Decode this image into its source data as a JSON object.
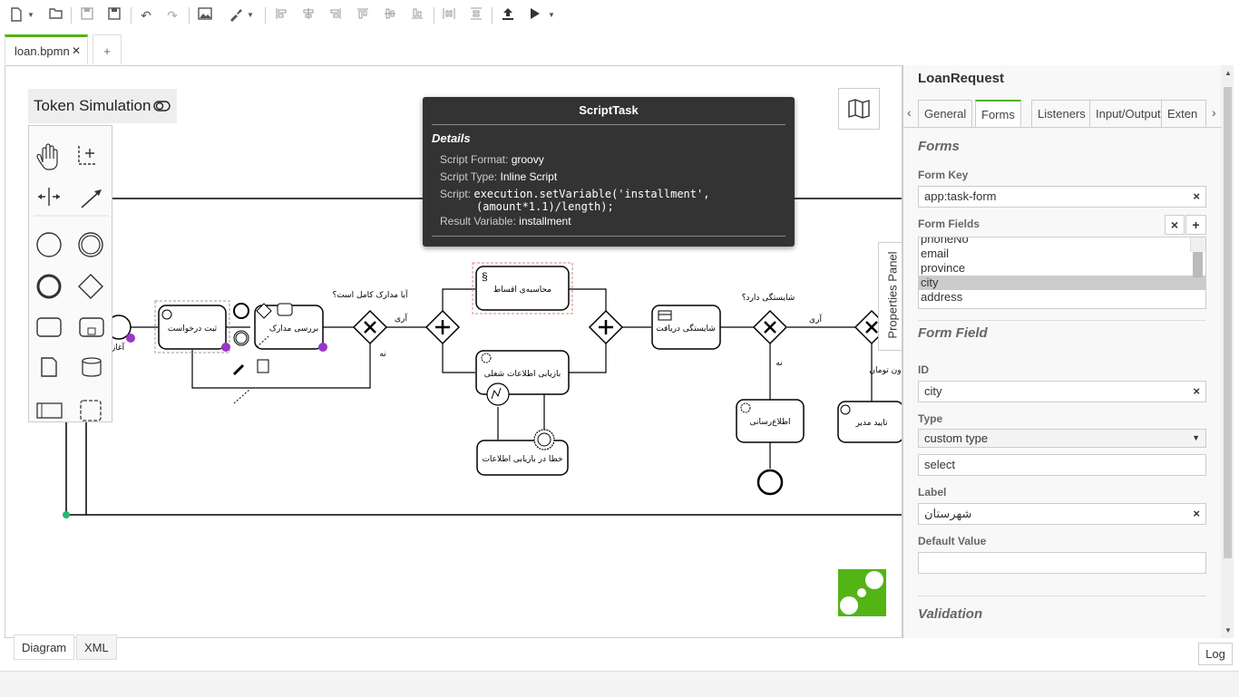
{
  "window": {
    "tab_active": "loan.bpmn",
    "tab_close": "✕",
    "tab_add": "+"
  },
  "toolbar": {
    "icons": [
      "new-file-icon",
      "open-folder-icon",
      "save-icon",
      "save-as-icon",
      "undo-icon",
      "redo-icon",
      "image-export-icon",
      "paint-icon",
      "align-left-icon",
      "align-center-icon",
      "align-right-icon",
      "align-top-icon",
      "align-middle-icon",
      "align-bottom-icon",
      "distribute-horizontal-icon",
      "distribute-vertical-icon",
      "deploy-icon",
      "play-icon"
    ]
  },
  "canvas": {
    "token_simulation_label": "Token Simulation",
    "tooltip": {
      "title": "ScriptTask",
      "details_label": "Details",
      "script_format_label": "Script Format:",
      "script_format_value": "groovy",
      "script_type_label": "Script Type:",
      "script_type_value": "Inline Script",
      "script_label": "Script:",
      "script_line1": "execution.setVariable('installment',",
      "script_line2": "(amount*1.1)/length);",
      "result_variable_label": "Result Variable:",
      "result_variable_value": "installment"
    },
    "diagram": {
      "start_label": "آغاز",
      "task_register": "ثبت درخواست",
      "task_review": "بررسی مدارک",
      "gateway1_question": "آیا مدارک کامل است؟",
      "yes1": "آری",
      "no1": "نه",
      "task_installments": "محاسبه‌ی اقساط",
      "task_job_info": "بازیابی اطلاعات شغلی",
      "task_error": "خطا در بازیابی اطلاعات",
      "task_eligibility": "شایستگی دریافت",
      "gateway2_question": "شایستگی دارد؟",
      "yes2": "آری",
      "no2": "نه",
      "task_notify": "اطلاع‌رسانی",
      "task_manager": "تایید مدیر",
      "amount_label": "ون تومان"
    },
    "properties_panel_handle": "Properties Panel"
  },
  "properties": {
    "title": "LoanRequest",
    "tab_prev": "‹",
    "tab_next": "›",
    "tabs": [
      "General",
      "Forms",
      "Listeners",
      "Input/Output",
      "Exten"
    ],
    "active_tab": "Forms",
    "forms_section": "Forms",
    "form_key_label": "Form Key",
    "form_key_value": "app:task-form",
    "form_fields_label": "Form Fields",
    "form_fields": [
      "phoneNo",
      "email",
      "province",
      "city",
      "address"
    ],
    "selected_field": "city",
    "form_field_section": "Form Field",
    "id_label": "ID",
    "id_value": "city",
    "type_label": "Type",
    "type_value": "custom type",
    "custom_type_value": "select",
    "label_label": "Label",
    "label_value": "شهرستان",
    "default_label": "Default Value",
    "default_value": "",
    "validation_section": "Validation",
    "clear": "×",
    "add": "+"
  },
  "bottom": {
    "diagram_tab": "Diagram",
    "xml_tab": "XML",
    "log_button": "Log"
  }
}
